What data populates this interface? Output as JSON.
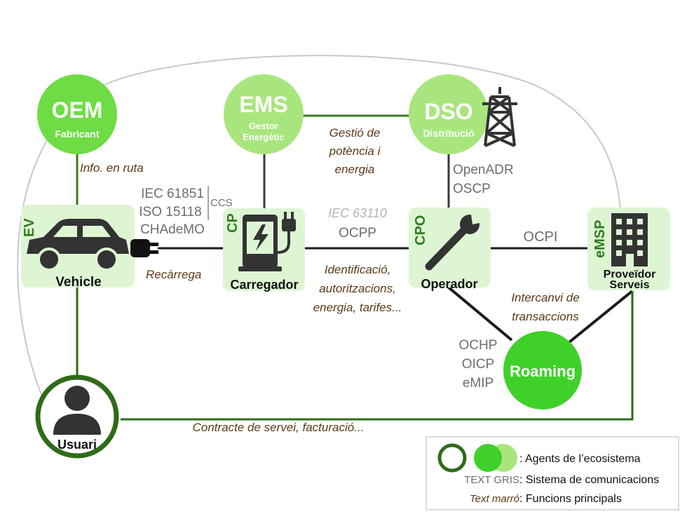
{
  "nodes": {
    "oem": {
      "title": "OEM",
      "subtitle": "Fabricant"
    },
    "ems": {
      "title": "EMS",
      "subtitle_line1": "Gestor",
      "subtitle_line2": "Energètic"
    },
    "dso": {
      "title": "DSO",
      "subtitle": "Distribució"
    },
    "roaming": {
      "title": "Roaming"
    },
    "ev": {
      "code": "EV",
      "label": "Vehicle"
    },
    "cp": {
      "code": "CP",
      "label": "Carregador"
    },
    "cpo": {
      "code": "CPO",
      "label": "Operador"
    },
    "emsp": {
      "code": "eMSP",
      "label_line1": "Proveïdor",
      "label_line2": "Serveis"
    },
    "user": {
      "label": "Usuari"
    }
  },
  "protocols": {
    "ev_cp": [
      "IEC 61851",
      "ISO 15118",
      "CHAdeMO"
    ],
    "ccs": "CCS",
    "cp_cpo_gray": "IEC 63110",
    "cp_cpo": "OCPP",
    "dso_cpo": [
      "OpenADR",
      "OSCP"
    ],
    "cpo_emsp": "OCPI",
    "roaming": [
      "OCHP",
      "OICP",
      "eMIP"
    ]
  },
  "functions": {
    "oem_ev": "Info. en ruta",
    "ev_cp": "Recàrrega",
    "ems_dso": [
      "Gestió de",
      "potència i",
      "energia"
    ],
    "cp_cpo": [
      "Identificació,",
      "autoritzacions,",
      "energia, tarifes..."
    ],
    "cpo_emsp": [
      "Intercanvi de",
      "transaccions"
    ],
    "user_emsp": "Contracte de servei, facturació..."
  },
  "legend": {
    "agents": ": Agents de l’ecosistema",
    "gray_sample": "TEXT GRIS",
    "gray_desc": ": Sistema de comunicacions",
    "brown_sample": "Text marró",
    "brown_desc": ": Funcions principals"
  },
  "colors": {
    "dark_green": "#2e6b17",
    "bright_green": "#3fd12a",
    "light_green": "#a8e67d",
    "pale_green": "#def5d4",
    "brown": "#5b3a14",
    "gray": "#6e6e6e",
    "light_gray": "#b3b3b3"
  },
  "icons": [
    "car-icon",
    "plug-icon",
    "charger-icon",
    "wrench-icon",
    "building-icon",
    "pylon-icon",
    "user-icon"
  ]
}
